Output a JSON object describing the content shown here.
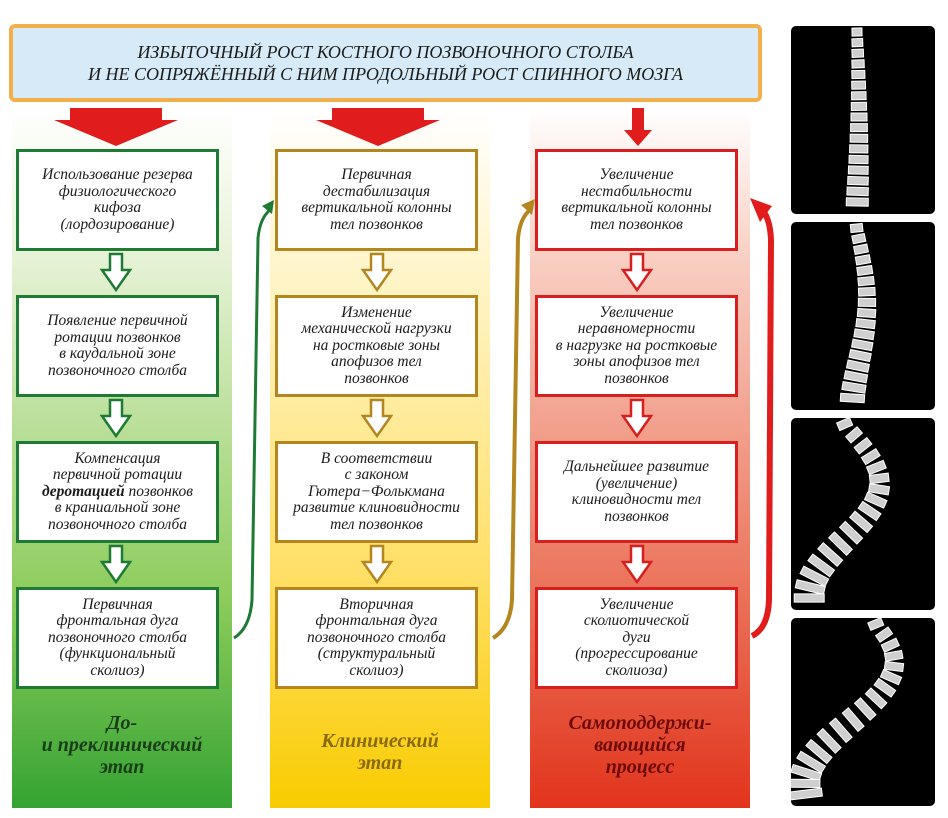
{
  "header": {
    "line1": "ИЗБЫТОЧНЫЙ РОСТ КОСТНОГО ПОЗВОНОЧНОГО СТОЛБА",
    "line2": "И НЕ СОПРЯЖЁННЫЙ С НИМ ПРОДОЛЬНЫЙ РОСТ СПИННОГО МОЗГА"
  },
  "columns": [
    {
      "color": "#1e7a34",
      "boxes": [
        [
          "Использование резерва",
          "физиологического",
          "кифоза",
          "(лордозирование)"
        ],
        [
          "Появление первичной",
          "ротации позвонков",
          "в каудальной зоне",
          "позвоночного столба"
        ],
        [
          "Компенсация",
          "первичной ротации",
          "деротацией позвонков",
          "в краниальной зоне",
          "позвоночного столба"
        ],
        [
          "Первичная",
          "фронтальная дуга",
          "позвоночного столба",
          "(функциональный",
          "сколиоз)"
        ]
      ],
      "bold_word": "деротацией",
      "stage": [
        "До-",
        "и преклинический",
        "этап"
      ]
    },
    {
      "color": "#b48620",
      "boxes": [
        [
          "Первичная",
          "дестабилизация",
          "вертикальной колонны",
          "тел позвонков"
        ],
        [
          "Изменение",
          "механической нагрузки",
          "на ростковые зоны",
          "апофизов тел",
          "позвонков"
        ],
        [
          "В соответствии",
          "с законом",
          "Гютера−Фолькмана",
          "развитие клиновидности",
          "тел позвонков"
        ],
        [
          "Вторичная",
          "фронтальная дуга",
          "позвоночного столба",
          "(структуральный",
          "сколиоз)"
        ]
      ],
      "stage": [
        "Клинический",
        "этап"
      ]
    },
    {
      "color": "#d71f1f",
      "boxes": [
        [
          "Увеличение",
          "нестабильности",
          "вертикальной колонны",
          "тел позвонков"
        ],
        [
          "Увеличение",
          "неравномерности",
          "в нагрузке на ростковые",
          "зоны апофизов тел",
          "позвонков"
        ],
        [
          "Дальнейшее развитие",
          "(увеличение)",
          "клиновидности тел",
          "позвонков"
        ],
        [
          "Увеличение",
          "сколиотической",
          "дуги",
          "(прогрессирование",
          "сколиоза)"
        ]
      ],
      "stage": [
        "Самоподдержи-",
        "вающийся",
        "процесс"
      ]
    }
  ],
  "images": [
    "spine-straight",
    "spine-mild-curve",
    "spine-moderate-curve",
    "spine-severe-curve"
  ]
}
